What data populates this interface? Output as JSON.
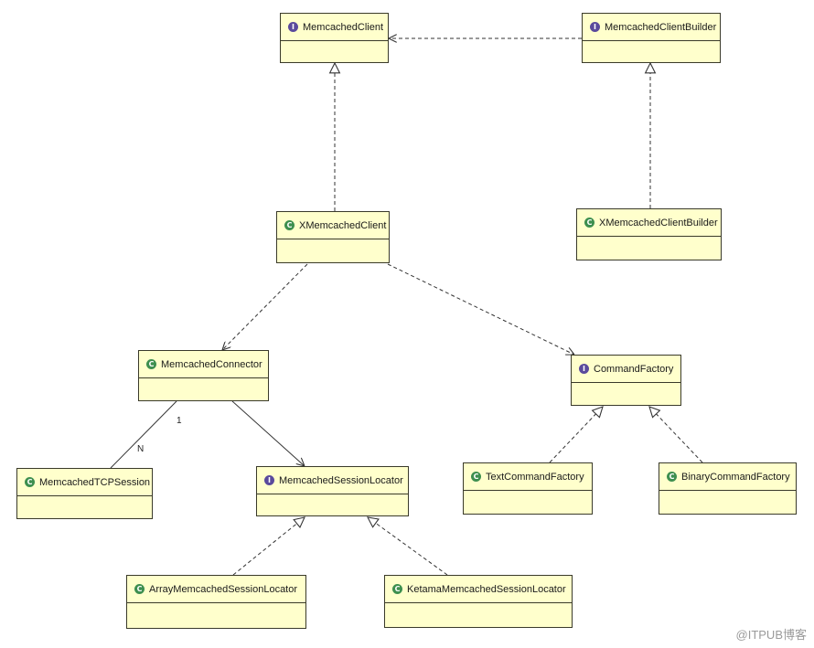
{
  "nodes": {
    "memcached_client": {
      "label": "MemcachedClient",
      "kind": "interface",
      "icon": "interface-icon"
    },
    "memcached_client_builder": {
      "label": "MemcachedClientBuilder",
      "kind": "interface",
      "icon": "interface-icon"
    },
    "xmemcached_client": {
      "label": "XMemcachedClient",
      "kind": "class",
      "icon": "class-icon"
    },
    "xmemcached_client_builder": {
      "label": "XMemcachedClientBuilder",
      "kind": "class",
      "icon": "class-icon"
    },
    "memcached_connector": {
      "label": "MemcachedConnector",
      "kind": "class",
      "icon": "class-icon"
    },
    "command_factory": {
      "label": "CommandFactory",
      "kind": "interface",
      "icon": "interface-icon"
    },
    "memcached_tcp_session": {
      "label": "MemcachedTCPSession",
      "kind": "class",
      "icon": "class-icon"
    },
    "memcached_session_locator": {
      "label": "MemcachedSessionLocator",
      "kind": "interface",
      "icon": "interface-icon"
    },
    "text_command_factory": {
      "label": "TextCommandFactory",
      "kind": "class",
      "icon": "class-icon"
    },
    "binary_command_factory": {
      "label": "BinaryCommandFactory",
      "kind": "class",
      "icon": "class-icon"
    },
    "array_session_locator": {
      "label": "ArrayMemcachedSessionLocator",
      "kind": "class",
      "icon": "class-icon"
    },
    "ketama_session_locator": {
      "label": "KetamaMemcachedSessionLocator",
      "kind": "class",
      "icon": "class-icon"
    }
  },
  "icon_glyphs": {
    "interface": "I",
    "class": "C"
  },
  "edges": [
    {
      "from": "memcached_client_builder",
      "to": "memcached_client",
      "type": "dependency"
    },
    {
      "from": "xmemcached_client",
      "to": "memcached_client",
      "type": "realization"
    },
    {
      "from": "xmemcached_client_builder",
      "to": "memcached_client_builder",
      "type": "realization"
    },
    {
      "from": "xmemcached_client",
      "to": "memcached_connector",
      "type": "dependency"
    },
    {
      "from": "xmemcached_client",
      "to": "command_factory",
      "type": "dependency"
    },
    {
      "from": "memcached_connector",
      "to": "memcached_tcp_session",
      "type": "association",
      "source_mult": "1",
      "target_mult": "N"
    },
    {
      "from": "memcached_connector",
      "to": "memcached_session_locator",
      "type": "navigable-association"
    },
    {
      "from": "text_command_factory",
      "to": "command_factory",
      "type": "realization"
    },
    {
      "from": "binary_command_factory",
      "to": "command_factory",
      "type": "realization"
    },
    {
      "from": "array_session_locator",
      "to": "memcached_session_locator",
      "type": "realization"
    },
    {
      "from": "ketama_session_locator",
      "to": "memcached_session_locator",
      "type": "realization"
    }
  ],
  "multiplicity": {
    "one": "1",
    "many": "N"
  },
  "watermark": "@ITPUB博客",
  "colors": {
    "box_fill": "#ffffcc",
    "box_border": "#3a3a2a",
    "interface_icon": "#5a4a9c",
    "class_icon": "#3e8f4f",
    "edge": "#333333"
  }
}
